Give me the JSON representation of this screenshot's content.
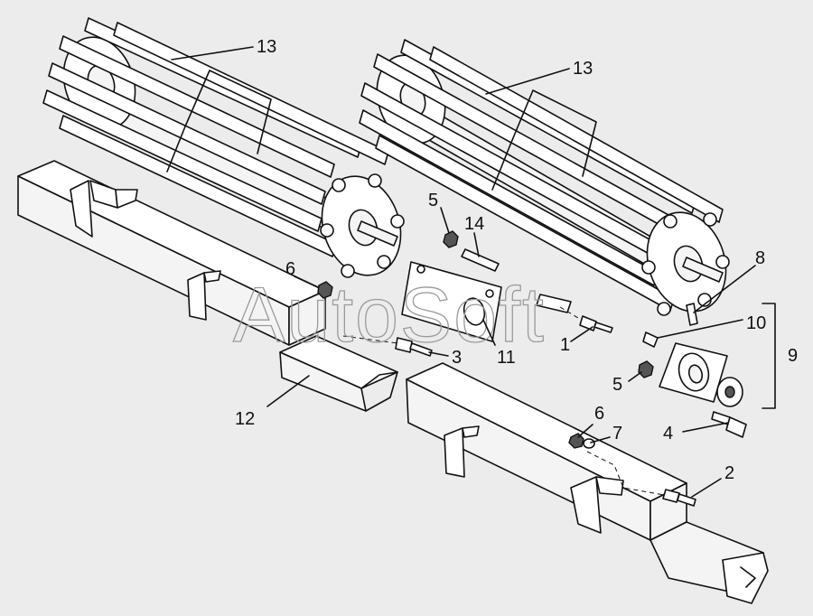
{
  "diagram": {
    "watermark": "AutoSoft",
    "callouts": {
      "n1": "1",
      "n2": "2",
      "n3": "3",
      "n4": "4",
      "n5a": "5",
      "n5b": "5",
      "n6a": "6",
      "n6b": "6",
      "n7": "7",
      "n8": "8",
      "n9": "9",
      "n10": "10",
      "n11": "11",
      "n12": "12",
      "n13a": "13",
      "n13b": "13",
      "n14": "14"
    }
  }
}
